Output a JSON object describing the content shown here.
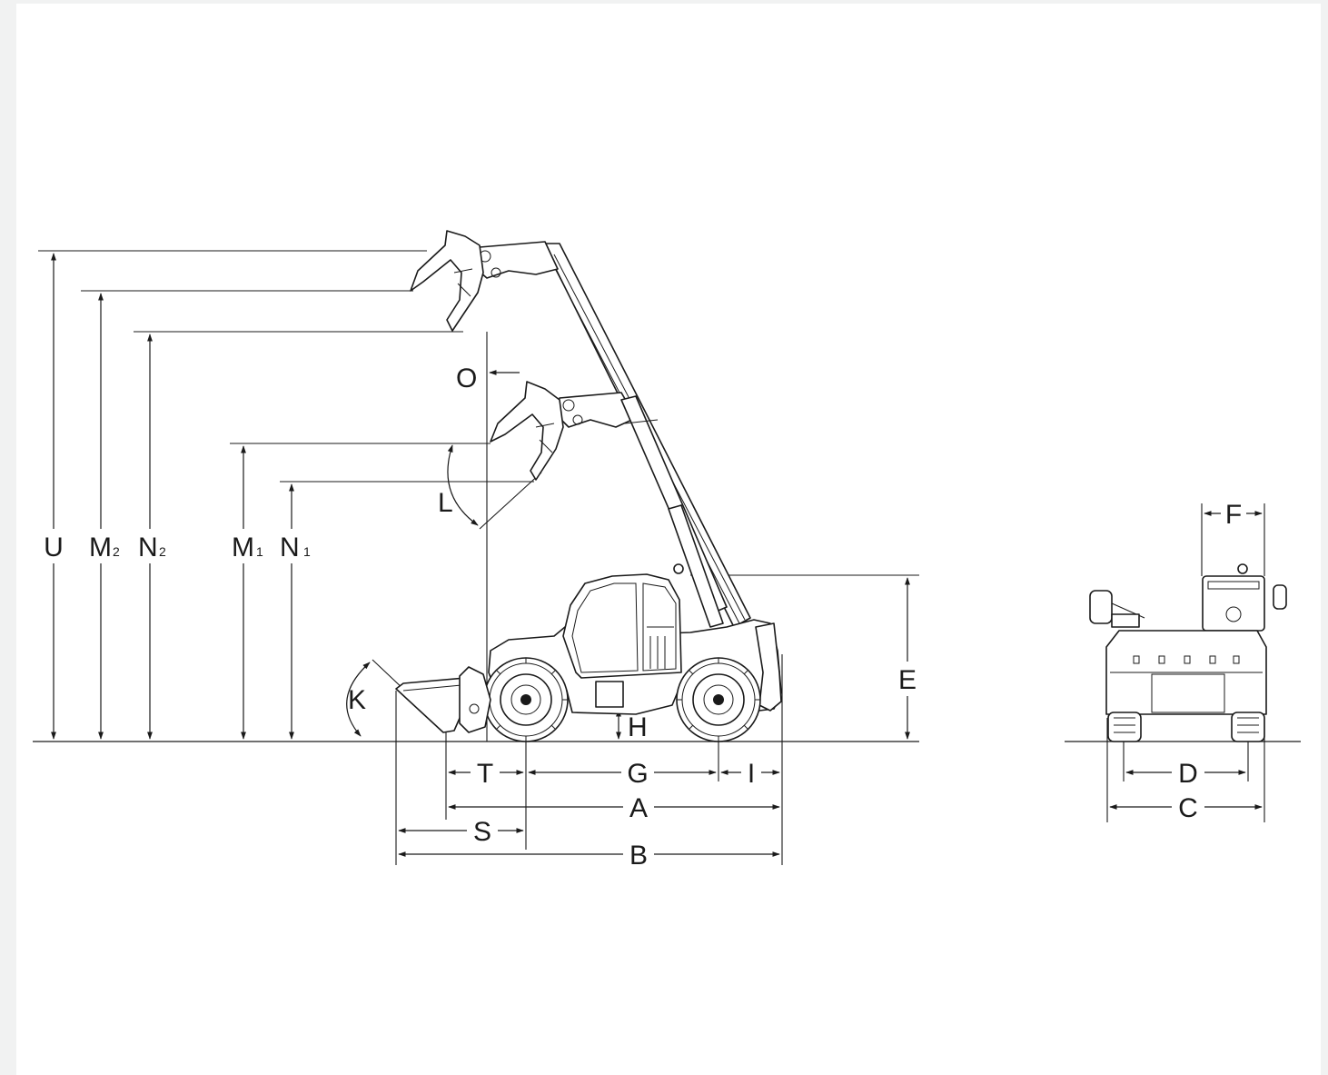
{
  "labels": {
    "U": "U",
    "M2": "M",
    "M2_sub": "2",
    "N2": "N",
    "N2_sub": "2",
    "M1": "M",
    "M1_sub": "1",
    "N1": "N",
    "N1_sub": "1",
    "O": "O",
    "L": "L",
    "K": "K",
    "E": "E",
    "H": "H",
    "T": "T",
    "G": "G",
    "I": "I",
    "A": "A",
    "S": "S",
    "B": "B",
    "F": "F",
    "D": "D",
    "C": "C"
  },
  "colors": {
    "line": "#1a1a1a",
    "background": "#ffffff",
    "border": "#f1f2f2"
  }
}
